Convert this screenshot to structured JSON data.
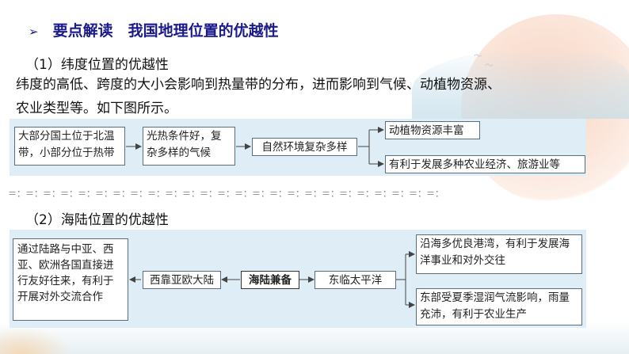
{
  "heading": {
    "arrow": "➢",
    "text": "要点解读　我国地理位置的优越性"
  },
  "section1": {
    "title": "（1）纬度位置的优越性",
    "line1": "纬度的高低、跨度的大小会影响到热量带的分布，进而影响到气候、动植物资源、",
    "line2": "农业类型等。如下图所示。",
    "boxes": {
      "b1": "大部分国土位于北温带，小部分位于热带",
      "b2": "光热条件好，复杂多样的气候",
      "b3": "自然环境复杂多样",
      "b4": "动植物资源丰富",
      "b5": "有利于发展多种农业经济、旅游业等"
    }
  },
  "divider": "＝：＝：＝：＝：＝：＝：＝：＝：＝：＝：＝：＝：＝：＝：＝：＝：＝：＝：＝：＝：＝：＝：＝：＝：＝：",
  "section2": {
    "title": "（2）海陆位置的优越性",
    "boxes": {
      "left": "通过陆路与中亚、西亚、欧洲各国直接进行友好往来，有利于开展对外交流合作",
      "west": "西靠亚欧大陆",
      "center": "海陆兼备",
      "east": "东临太平洋",
      "top_right": "沿海多优良港湾，有利于发展海洋事业和对外交往",
      "bottom_right": "东部受夏季湿润气流影响，雨量充沛，有利于农业生产"
    }
  }
}
